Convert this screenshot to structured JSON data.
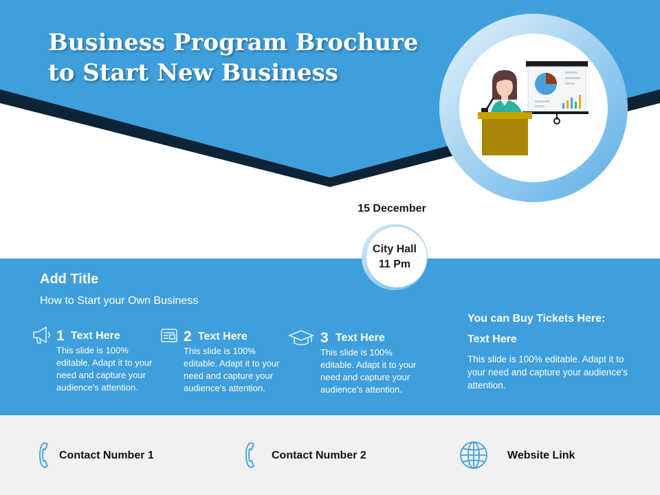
{
  "header": {
    "title_line1": "Business Program Brochure",
    "title_line2": "to Start New Business"
  },
  "event": {
    "date": "15 December",
    "venue": "City Hall",
    "time": "11 Pm"
  },
  "section": {
    "title": "Add Title",
    "subtitle": "How to Start your Own Business"
  },
  "steps": [
    {
      "number": "1",
      "heading": "Text Here",
      "body": "This slide is 100% editable. Adapt it to your need and capture your audience's attention.",
      "icon": "megaphone-icon"
    },
    {
      "number": "2",
      "heading": "Text Here",
      "body": "This slide is 100% editable. Adapt it to your need and capture your audience's attention.",
      "icon": "newspaper-icon"
    },
    {
      "number": "3",
      "heading": "Text Here",
      "body": "This slide is 100% editable. Adapt it to your need and capture your audience's attention.",
      "icon": "graduation-cap-icon"
    }
  ],
  "tickets": {
    "title": "You can Buy Tickets Here:",
    "subtitle": "Text Here",
    "body": "This slide is 100% editable. Adapt it to your need and capture your audience's attention."
  },
  "footer": {
    "contact1": "Contact Number 1",
    "contact2": "Contact Number 2",
    "website": "Website Link"
  },
  "colors": {
    "primary_blue": "#3e9fdc",
    "dark_navy": "#0f2336",
    "footer_gray": "#f1f1f2",
    "podium_gold": "#a88608"
  }
}
